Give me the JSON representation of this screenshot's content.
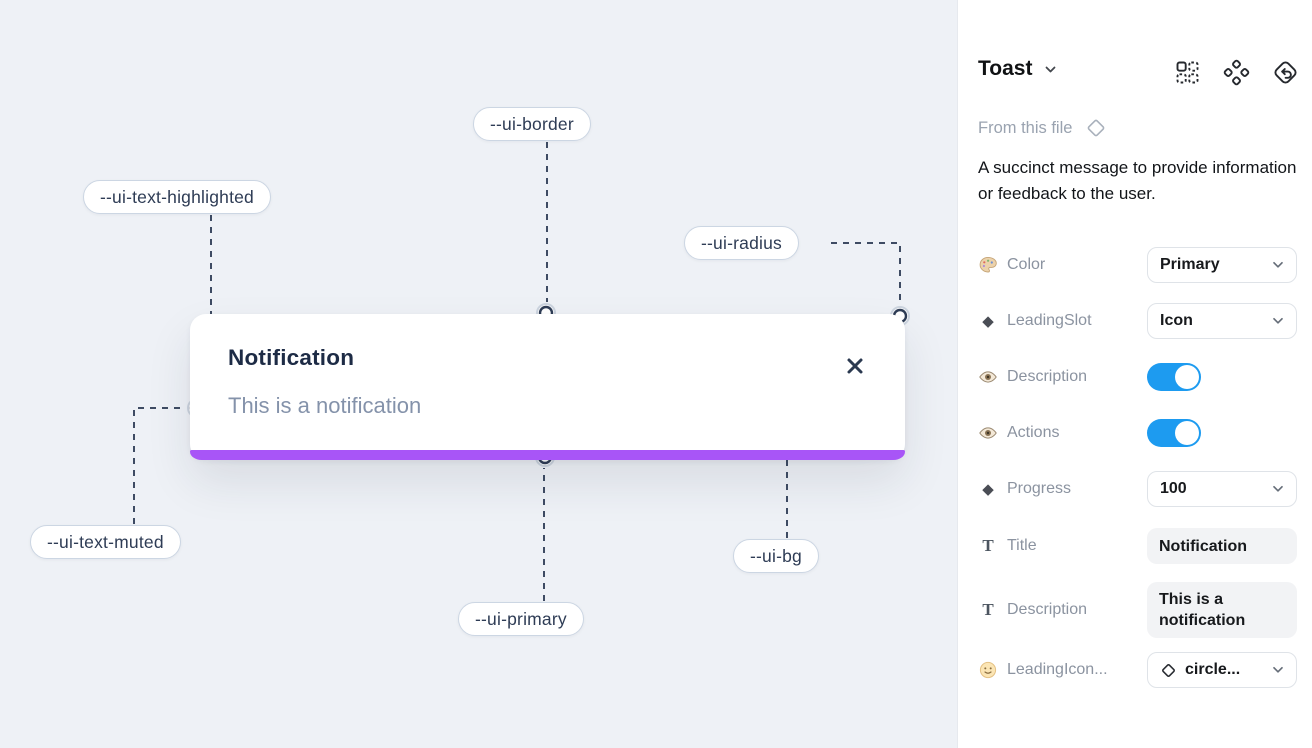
{
  "canvas": {
    "background_color": "#eef1f6",
    "toast": {
      "title": "Notification",
      "description": "This is a notification",
      "progress_color": "#a855f7"
    },
    "labels": [
      {
        "text": "--ui-border"
      },
      {
        "text": "--ui-text-highlighted"
      },
      {
        "text": "--ui-radius"
      },
      {
        "text": "--ui-text-muted"
      },
      {
        "text": "--ui-primary"
      },
      {
        "text": "--ui-bg"
      }
    ]
  },
  "panel": {
    "title": "Toast",
    "source_label": "From this file",
    "description": "A succinct message to provide information or feedback to the user.",
    "toggle_on_color": "#1d9bf0",
    "properties": [
      {
        "icon": "palette-icon",
        "label": "Color",
        "type": "dropdown",
        "value": "Primary"
      },
      {
        "icon": "diamond-icon",
        "label": "LeadingSlot",
        "type": "dropdown",
        "value": "Icon"
      },
      {
        "icon": "eye-icon",
        "label": "Description",
        "type": "toggle",
        "value": "on"
      },
      {
        "icon": "eye-icon",
        "label": "Actions",
        "type": "toggle",
        "value": "on"
      },
      {
        "icon": "diamond-icon",
        "label": "Progress",
        "type": "dropdown",
        "value": "100"
      },
      {
        "icon": "text-icon",
        "label": "Title",
        "type": "text",
        "value": "Notification"
      },
      {
        "icon": "text-icon",
        "label": "Description",
        "type": "text",
        "value": "This is a notification"
      },
      {
        "icon": "smiley-icon",
        "label": "LeadingIcon...",
        "type": "dropdown",
        "value": "circle..."
      }
    ]
  }
}
